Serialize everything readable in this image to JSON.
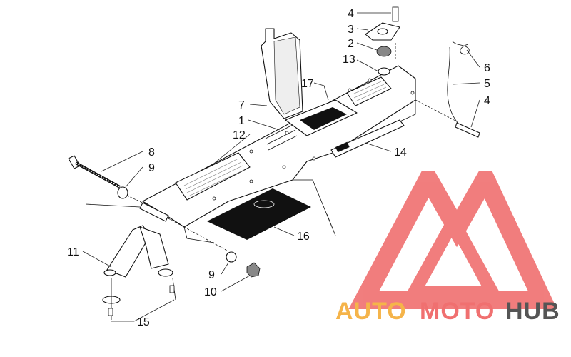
{
  "callouts": [
    {
      "id": "c4a",
      "label": "4"
    },
    {
      "id": "c3",
      "label": "3"
    },
    {
      "id": "c2",
      "label": "2"
    },
    {
      "id": "c13",
      "label": "13"
    },
    {
      "id": "c6",
      "label": "6"
    },
    {
      "id": "c5",
      "label": "5"
    },
    {
      "id": "c4b",
      "label": "4"
    },
    {
      "id": "c17",
      "label": "17"
    },
    {
      "id": "c7",
      "label": "7"
    },
    {
      "id": "c1",
      "label": "1"
    },
    {
      "id": "c12",
      "label": "12"
    },
    {
      "id": "c8",
      "label": "8"
    },
    {
      "id": "c9a",
      "label": "9"
    },
    {
      "id": "c14",
      "label": "14"
    },
    {
      "id": "c16",
      "label": "16"
    },
    {
      "id": "c11",
      "label": "11"
    },
    {
      "id": "c9b",
      "label": "9"
    },
    {
      "id": "c10",
      "label": "10"
    },
    {
      "id": "c15",
      "label": "15"
    }
  ],
  "watermark": {
    "word1": "AUTO",
    "word2": "MOTO",
    "word3": "HUB",
    "colors": {
      "triangle": "#f07070",
      "auto": "#f5b44a",
      "moto": "#f07070",
      "hub": "#555555"
    }
  }
}
